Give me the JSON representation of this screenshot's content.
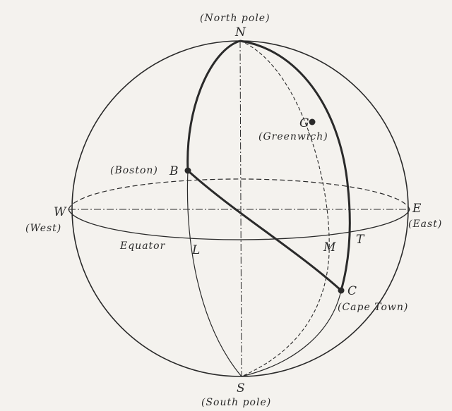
{
  "labels": {
    "north_pole": "(North pole)",
    "south_pole": "(South pole)",
    "n": "N",
    "s": "S",
    "w": "W",
    "e": "E",
    "west": "(West)",
    "east": "(East)",
    "g": "G",
    "greenwich": "(Greenwich)",
    "boston": "(Boston)",
    "b": "B",
    "equator": "Equator",
    "l": "L",
    "m": "M",
    "t": "T",
    "c": "C",
    "cape_town": "(Cape Town)"
  },
  "colors": {
    "ink": "#2a2a2a",
    "paper": "#f4f2ee"
  }
}
